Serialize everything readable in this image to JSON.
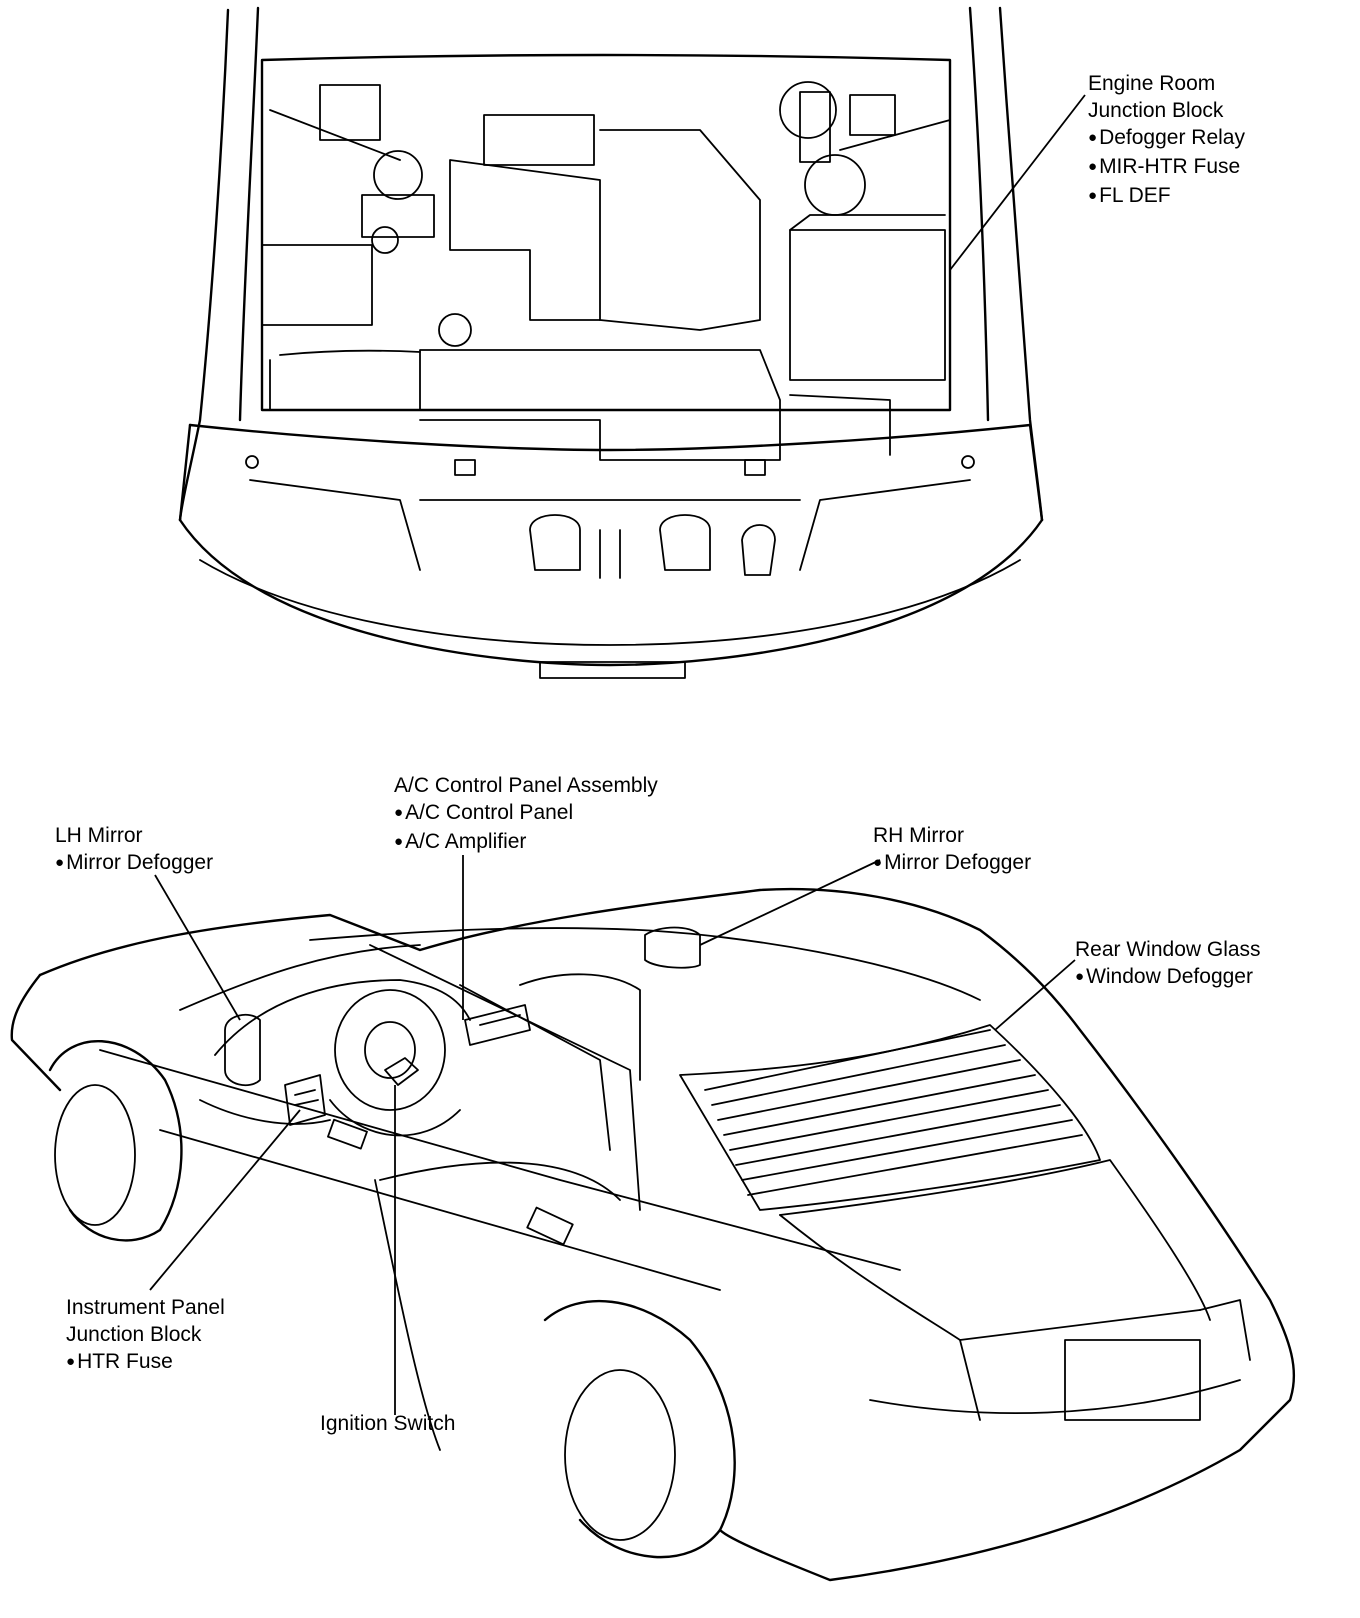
{
  "labels": {
    "engine_room": {
      "title_lines": [
        "Engine Room",
        "Junction Block"
      ],
      "items": [
        "Defogger Relay",
        "MIR-HTR Fuse",
        "FL DEF"
      ]
    },
    "ac_panel": {
      "title_lines": [
        "A/C Control Panel Assembly"
      ],
      "items": [
        "A/C Control Panel",
        "A/C Amplifier"
      ]
    },
    "lh_mirror": {
      "title_lines": [
        "LH Mirror"
      ],
      "items": [
        "Mirror Defogger"
      ]
    },
    "rh_mirror": {
      "title_lines": [
        "RH Mirror"
      ],
      "items": [
        "Mirror Defogger"
      ]
    },
    "rear_glass": {
      "title_lines": [
        "Rear Window Glass"
      ],
      "items": [
        "Window Defogger"
      ]
    },
    "instrument_panel": {
      "title_lines": [
        "Instrument Panel",
        "Junction Block"
      ],
      "items": [
        "HTR Fuse"
      ]
    },
    "ignition": {
      "title_lines": [
        "Ignition Switch"
      ],
      "items": []
    }
  }
}
